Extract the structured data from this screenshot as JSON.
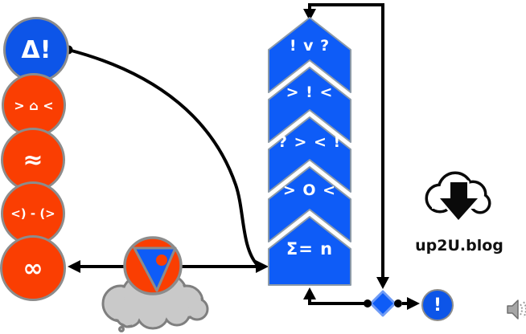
{
  "colors": {
    "blue": "#0d55e8",
    "chevron-blue": "#0e5cf7",
    "orange": "#fa3e02",
    "border-gray": "#8c8c8c",
    "cloud-gray": "#c9c9c9",
    "cloud-border": "#7f7f7f",
    "ink": "#000000",
    "white": "#ffffff"
  },
  "left_column": {
    "items": [
      {
        "label": "Δ!",
        "color": "blue"
      },
      {
        "label": "> ⌂ <",
        "color": "orange"
      },
      {
        "label": "≈",
        "color": "orange"
      },
      {
        "label": "<) - (>",
        "color": "orange"
      },
      {
        "label": "∞",
        "color": "orange"
      }
    ]
  },
  "chevron_stack": {
    "items": [
      {
        "label": "! v ?"
      },
      {
        "label": "> ! <"
      },
      {
        "label": "? > < !"
      },
      {
        "label": "> O <"
      },
      {
        "label": "Σ= n"
      }
    ]
  },
  "share": {
    "icon": "cloud-download-icon",
    "label": "up2U.blog"
  },
  "media": {
    "icon": "play-marker-icon",
    "cloud": "thought-cloud"
  },
  "flow": {
    "decision_icon": "decision-diamond",
    "alert_label": "!"
  },
  "audio": {
    "icon": "speaker-icon"
  }
}
